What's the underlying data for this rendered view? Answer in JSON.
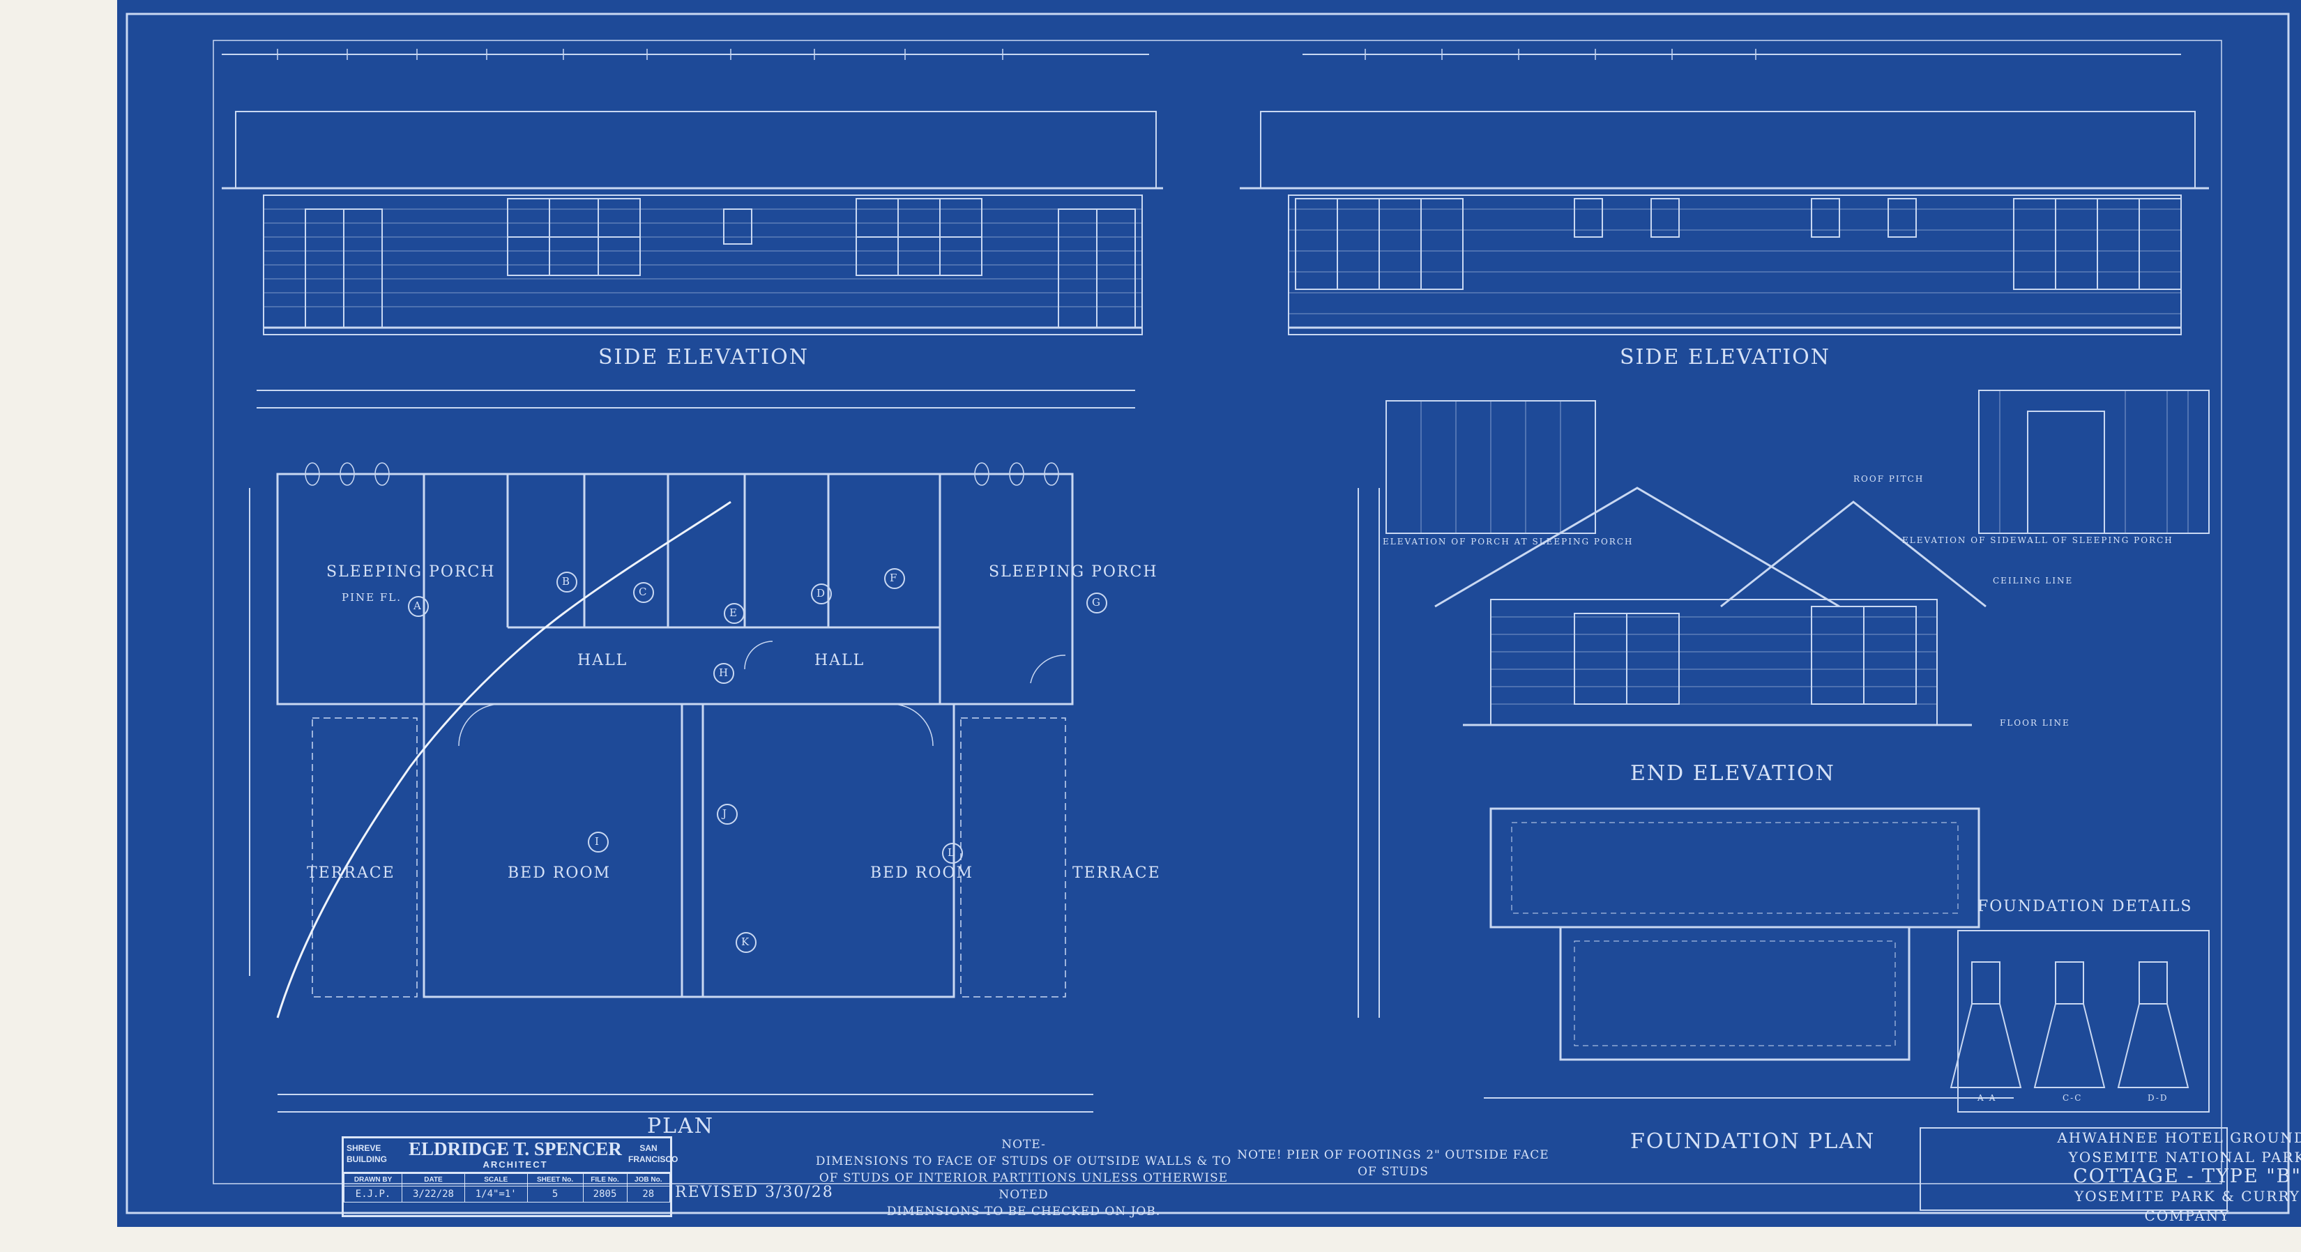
{
  "colors": {
    "paper": "#1e4a98",
    "ink": "#dbe6f8",
    "margin": "#f3f1ea"
  },
  "elevations": {
    "side_left": "SIDE ELEVATION",
    "side_right": "SIDE ELEVATION",
    "end": "END ELEVATION",
    "porch": "ELEVATION OF PORCH AT SLEEPING PORCH",
    "sidewall": "ELEVATION OF SIDEWALL OF SLEEPING PORCH",
    "roof_pitch": "ROOF PITCH",
    "ceiling_line": "CEILING LINE",
    "floor_line": "FLOOR LINE"
  },
  "plan": {
    "title": "PLAN",
    "rooms": {
      "sleeping_porch_left": "SLEEPING PORCH",
      "sleeping_porch_right": "SLEEPING PORCH",
      "hall": "HALL",
      "bed_room_left": "BED ROOM",
      "bed_room_right": "BED ROOM",
      "terrace_left": "TERRACE",
      "terrace_right": "TERRACE",
      "pine_fl": "PINE FL."
    },
    "keys": [
      "A",
      "B",
      "C",
      "D",
      "E",
      "F",
      "G",
      "H",
      "I",
      "J",
      "K",
      "L"
    ]
  },
  "foundation": {
    "plan": "FOUNDATION PLAN",
    "details": "FOUNDATION DETAILS",
    "sections": [
      "A-A",
      "C-C",
      "D-D"
    ]
  },
  "notes": {
    "heading": "NOTE-",
    "line1": "DIMENSIONS TO FACE OF STUDS OF OUTSIDE WALLS & TO",
    "line2": "OF STUDS OF INTERIOR PARTITIONS UNLESS OTHERWISE NOTED",
    "line3": "DIMENSIONS TO BE CHECKED ON JOB.",
    "note1": "NOTE! PIER OF FOOTINGS 2\" OUTSIDE FACE",
    "note1b": "OF STUDS"
  },
  "revised": "REVISED 3/30/28",
  "title_block": {
    "left": "SHREVE BUILDING",
    "architect": "ELDRIDGE T. SPENCER",
    "role": "ARCHITECT",
    "city": "SAN FRANCISCO",
    "headers": [
      "DRAWN BY",
      "DATE",
      "SCALE",
      "SHEET No.",
      "FILE No.",
      "JOB No."
    ],
    "values": [
      "E.J.P.",
      "3/22/28",
      "1/4\"=1'",
      "5",
      "2805",
      "28"
    ]
  },
  "project": {
    "line1": "AHWAHNEE HOTEL GROUNDS",
    "line2": "YOSEMITE NATIONAL PARK",
    "type": "COTTAGE - TYPE \"B\"",
    "owner": "YOSEMITE PARK & CURRY COMPANY"
  }
}
